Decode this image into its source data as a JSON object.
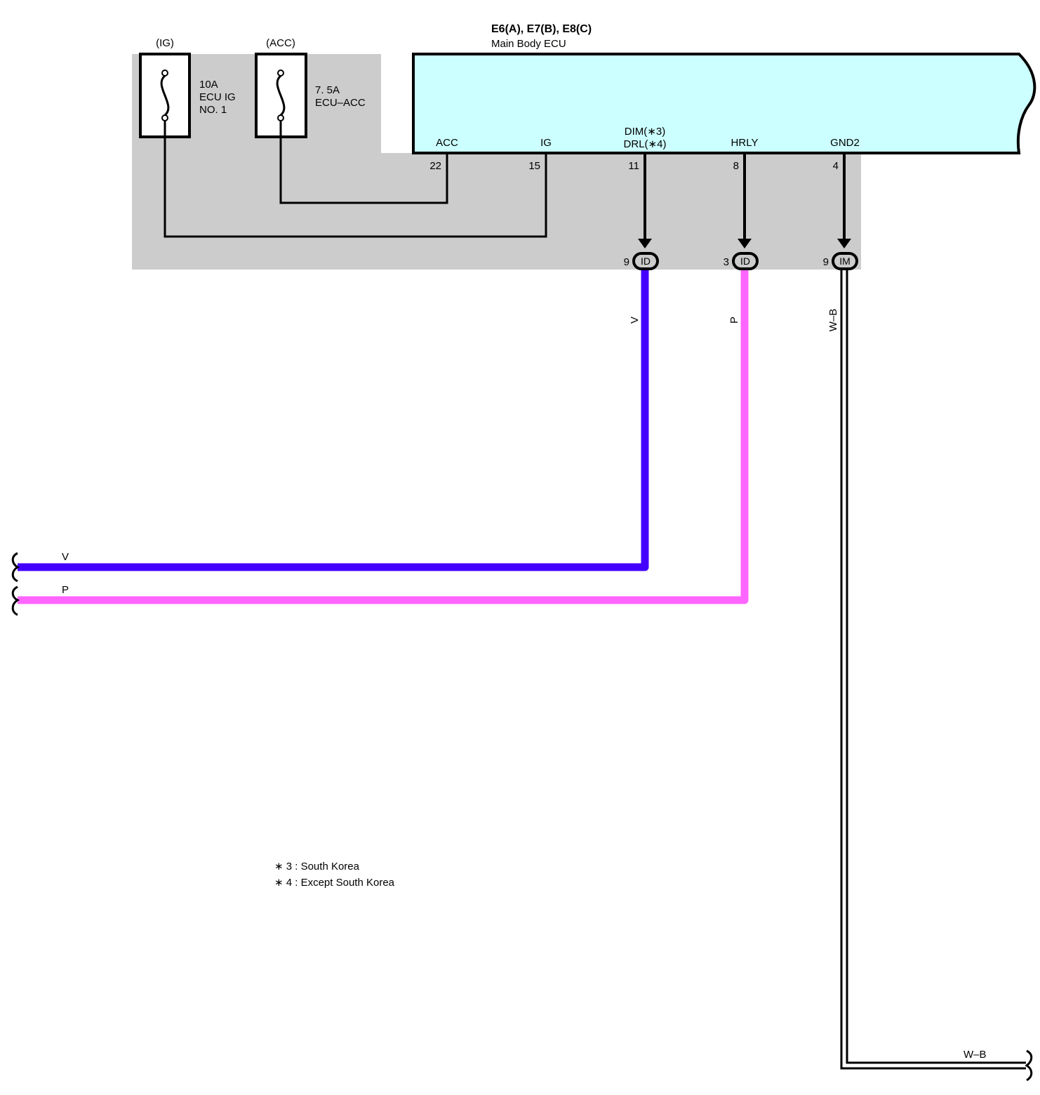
{
  "ecu": {
    "connectors": "E6(A), E7(B), E8(C)",
    "name": "Main Body ECU",
    "fill_color": "#ccffff",
    "pins": [
      {
        "label": "ACC",
        "number": "22"
      },
      {
        "label": "IG",
        "number": "15"
      },
      {
        "label_line1": "DIM(∗3)",
        "label_line2": "DRL(∗4)",
        "number": "11"
      },
      {
        "label": "HRLY",
        "number": "8"
      },
      {
        "label": "GND2",
        "number": "4"
      }
    ]
  },
  "fuses": [
    {
      "position": "(IG)",
      "rating": "10A",
      "name_line1": "ECU IG",
      "name_line2": "NO. 1"
    },
    {
      "position": "(ACC)",
      "rating": "7. 5A",
      "name_line1": "ECU–ACC",
      "name_line2": ""
    }
  ],
  "junction_connectors": [
    {
      "pin": "9",
      "id": "ID"
    },
    {
      "pin": "3",
      "id": "ID"
    },
    {
      "pin": "9",
      "id": "IM"
    }
  ],
  "wires": [
    {
      "color_code": "V",
      "color": "#4400ff"
    },
    {
      "color_code": "P",
      "color": "#ff66ff"
    },
    {
      "color_code": "W–B",
      "color": "#ffffff"
    }
  ],
  "shading_color": "#cccccc",
  "notes": [
    "∗ 3 : South Korea",
    "∗ 4 : Except South Korea"
  ]
}
